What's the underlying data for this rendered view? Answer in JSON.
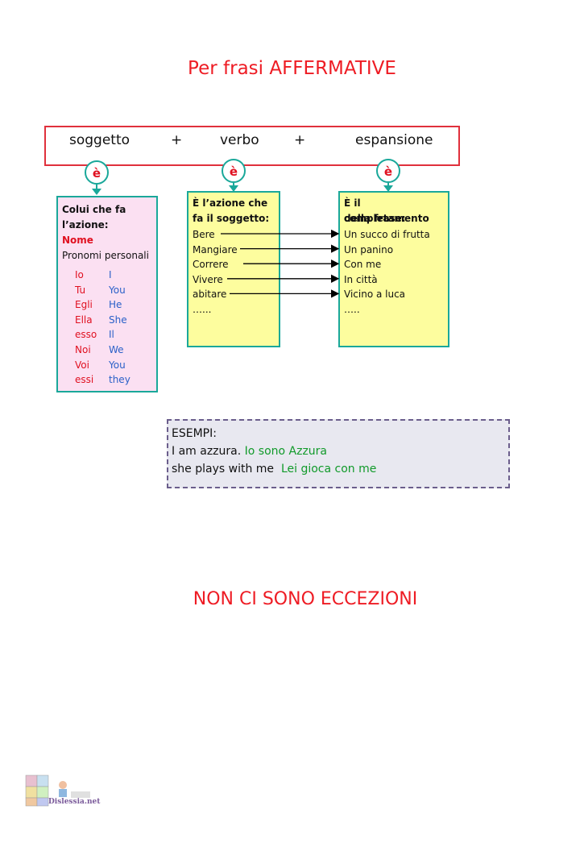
{
  "title": "Per frasi AFFERMATIVE",
  "formula": {
    "subject": "soggetto",
    "plus1": "+",
    "verb": "verbo",
    "plus2": "+",
    "expansion": "espansione"
  },
  "connector_label": "è",
  "subject_box": {
    "heading": [
      "Colui che fa",
      "l’azione:"
    ],
    "highlight": "Nome",
    "subheading": "Pronomi personali",
    "pronouns": [
      {
        "it": "Io",
        "en": "I"
      },
      {
        "it": "Tu",
        "en": "You"
      },
      {
        "it": "Egli",
        "en": "He"
      },
      {
        "it": "Ella",
        "en": "She"
      },
      {
        "it": "esso",
        "en": "Il"
      },
      {
        "it": "Noi",
        "en": "We"
      },
      {
        "it": "Voi",
        "en": "You"
      },
      {
        "it": "essi",
        "en": "they"
      }
    ]
  },
  "verb_box": {
    "heading": [
      "È l’azione che",
      "fa il soggetto:"
    ],
    "items": [
      "Bere",
      "Mangiare",
      "Correre",
      "Vivere",
      "abitare",
      "…..."
    ]
  },
  "expansion_box": {
    "heading": [
      "È il completamento",
      "della frase:"
    ],
    "items": [
      "Un succo di frutta",
      "Un panino",
      "Con me",
      "In città",
      "Vicino a luca",
      "….."
    ]
  },
  "examples": {
    "label": "ESEMPI:",
    "rows": [
      {
        "en": "I am azzura.",
        "it": "Io sono Azzura"
      },
      {
        "en": "she plays with me",
        "it": "Lei gioca con me"
      }
    ]
  },
  "footer_note": "NON CI SONO ECCEZIONI",
  "logo_text": "Dislessia.net",
  "colors": {
    "title_red": "#ee1c24",
    "teal": "#1aa89a",
    "pink_bg": "#fbe0f2",
    "yellow_bg": "#fdfd9e",
    "example_green": "#119a2a"
  }
}
